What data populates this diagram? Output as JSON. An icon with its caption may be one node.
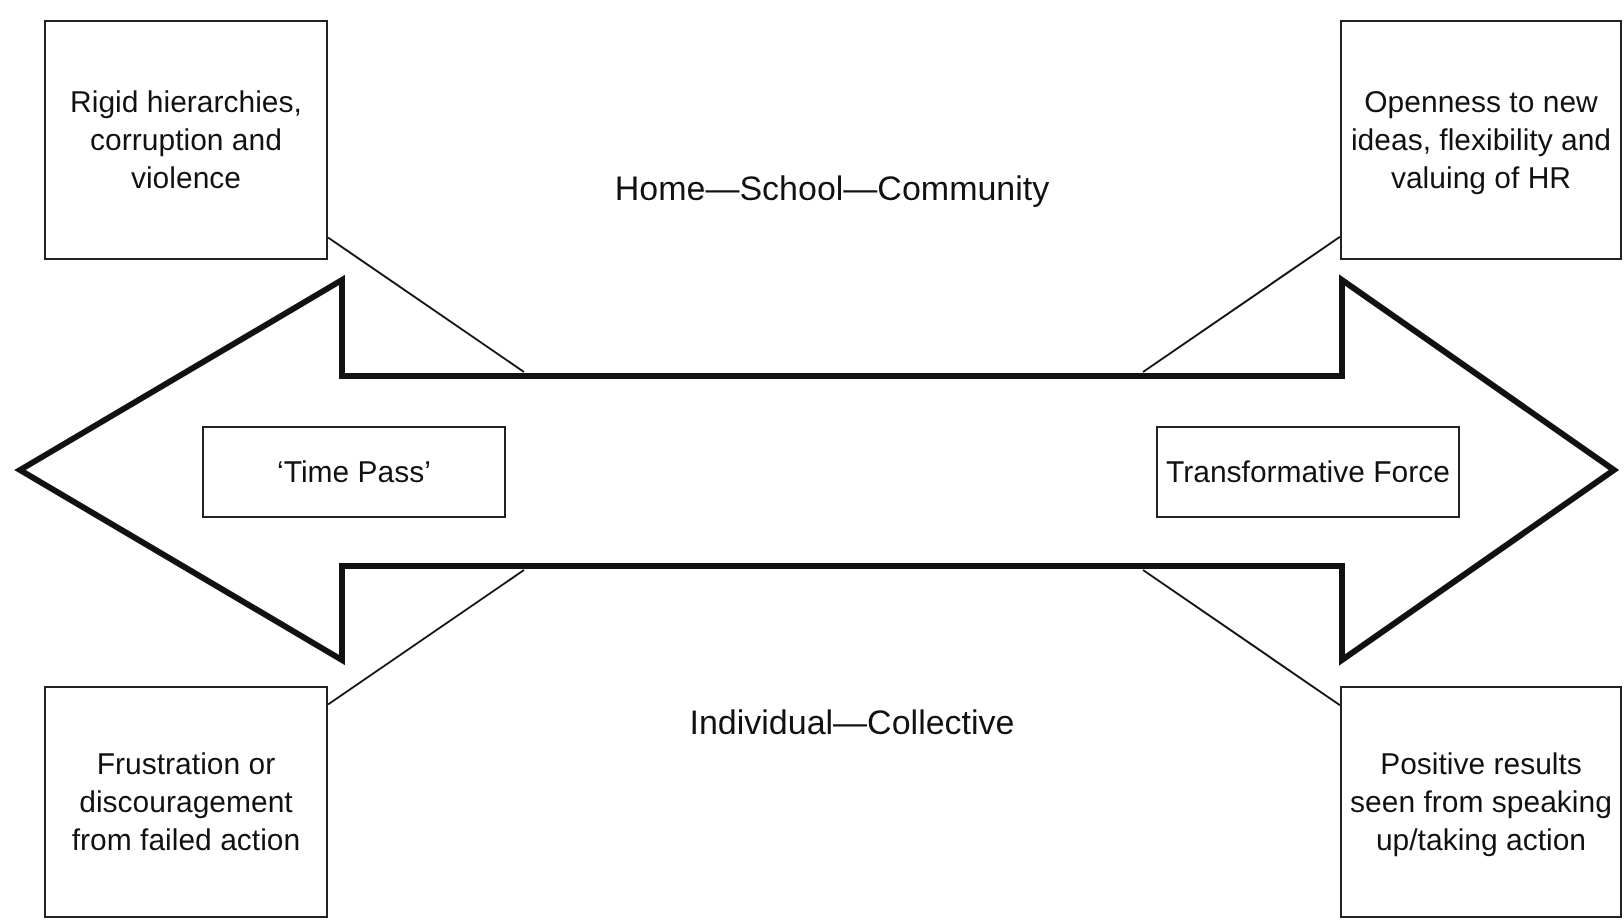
{
  "diagram": {
    "nodes": [
      {
        "text": [
          "Rigid hierarchies, corruption and violence"
        ]
      },
      {
        "text": [
          "Openness to new ideas, flexibility and valuing of HR"
        ]
      },
      {
        "text": [],
        "shape": "arrow"
      },
      {
        "text": [
          "‘Time Pass’"
        ],
        "in": 2
      },
      {
        "text": [
          "Transformative Force"
        ],
        "in": 2
      },
      {
        "text": [
          "Frustration or discouragement from failed action"
        ]
      },
      {
        "text": [
          "Positive results seen from speaking up/taking action"
        ]
      }
    ],
    "edges": [
      {
        "from": 0,
        "to": 2,
        "arrow": "none"
      },
      {
        "from": 1,
        "to": 2,
        "arrow": "none"
      },
      {
        "from": 5,
        "to": 2,
        "arrow": "none"
      },
      {
        "from": 6,
        "to": 2,
        "arrow": "none"
      }
    ],
    "labels": [
      "Home—School—Community",
      "Individual—Collective"
    ]
  }
}
